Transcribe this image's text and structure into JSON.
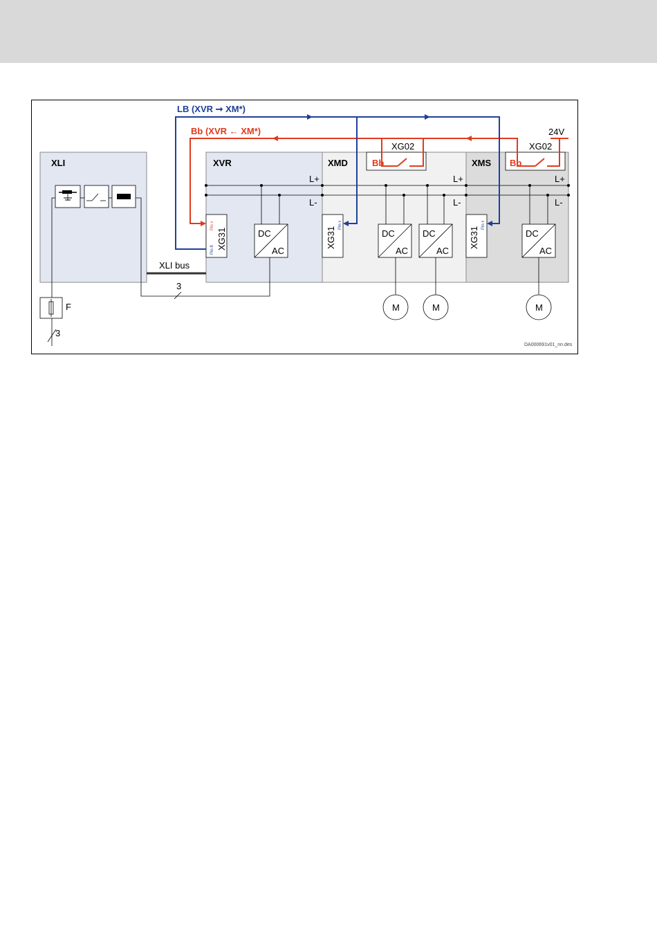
{
  "colors": {
    "lb": "#1f3f9a",
    "bb": "#e03a1e",
    "xli_fill": "#e3e7f2",
    "xvr_fill": "#e3e7f2",
    "xmd_fill": "#f1f1f1",
    "xms_fill": "#dcdcdc"
  },
  "signals": {
    "lb": "LB (XVR ➞ XM*)",
    "bb": "Bb (XVR ← XM*)"
  },
  "modules": {
    "xli": "XLI",
    "xvr": "XVR",
    "xmd": "XMD",
    "xms": "XMS"
  },
  "connectors": {
    "xg31": "XG31",
    "xg02": "XG02",
    "pin_x": "Pin x",
    "pin_8": "Pin 8",
    "bb": "Bb"
  },
  "bus": {
    "l_plus": "L+",
    "l_minus": "L-",
    "xli_bus": "XLI bus",
    "supply": "24V"
  },
  "converter": {
    "dc": "DC",
    "ac": "AC"
  },
  "motor": "M",
  "fuse": "F",
  "phase_count": "3",
  "drawing_id": "DA000691v01_nn.des"
}
